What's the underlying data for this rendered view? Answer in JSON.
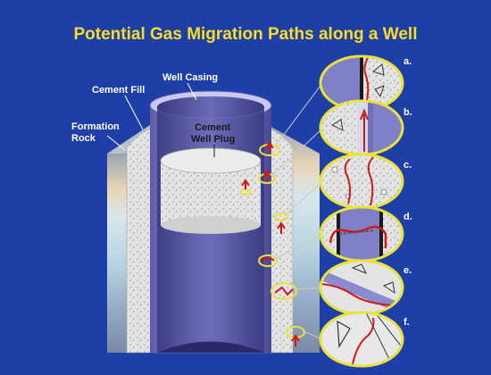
{
  "title": "Potential Gas Migration Paths along a Well",
  "labels": {
    "well_casing": "Well Casing",
    "cement_fill": "Cement Fill",
    "formation_rock_line1": "Formation",
    "formation_rock_line2": "Rock",
    "cement_plug_line1": "Cement",
    "cement_plug_line2": "Well Plug"
  },
  "panels": [
    {
      "label": "a."
    },
    {
      "label": "b."
    },
    {
      "label": "c."
    },
    {
      "label": "d."
    },
    {
      "label": "e."
    },
    {
      "label": "f."
    }
  ],
  "colors": {
    "background": "#1f3fa8",
    "title": "#f5dd2a",
    "casing": "#8a8ad0",
    "cement": "#dcdcdc",
    "callout_ring": "#e8e23a",
    "gas_path": "#d01818"
  }
}
